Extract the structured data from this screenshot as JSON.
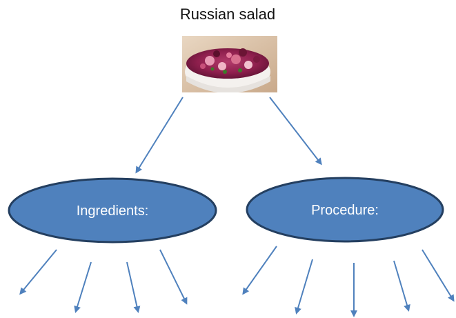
{
  "title": "Russian salad",
  "image": {
    "alt": "Russian salad photo"
  },
  "nodes": [
    {
      "id": "ingredients",
      "label": "Ingredients:"
    },
    {
      "id": "procedure",
      "label": "Procedure:"
    }
  ],
  "colors": {
    "node_fill": "#4F81BD",
    "node_stroke": "#243F60",
    "arrow": "#4F81BD",
    "node_text": "#FFFFFF"
  }
}
